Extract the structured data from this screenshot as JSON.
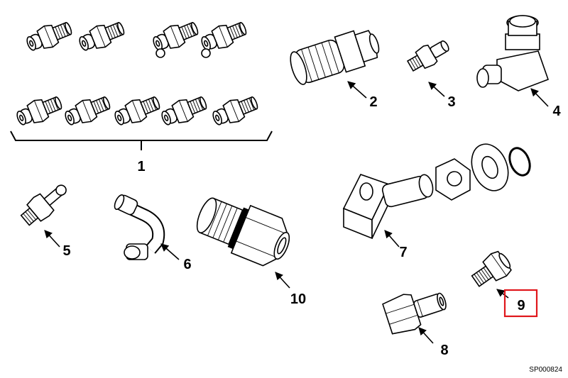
{
  "callouts": {
    "c1": "1",
    "c2": "2",
    "c3": "3",
    "c4": "4",
    "c5": "5",
    "c6": "6",
    "c7": "7",
    "c8": "8",
    "c9": "9",
    "c10": "10"
  },
  "highlighted_callout": "9",
  "highlight_color": "#e0161b",
  "drawing_code": "SP000824",
  "icons": [
    "straight-fitting-icon",
    "quick-coupler-icon",
    "male-adapter-icon",
    "elbow-fitting-icon",
    "grease-zerk-icon",
    "bent-tube-elbow-icon",
    "compression-fitting-icon",
    "block-tee-kit-icon",
    "female-coupler-icon",
    "hex-nipple-icon"
  ]
}
